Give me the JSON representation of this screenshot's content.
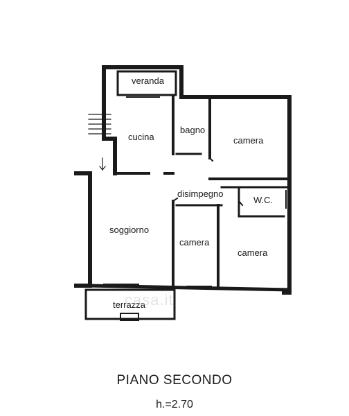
{
  "floor": {
    "title": "PIANO SECONDO",
    "height": "h.=2.70"
  },
  "rooms": {
    "veranda": "veranda",
    "cucina": "cucina",
    "bagno": "bagno",
    "camera_1": "camera",
    "disimpegno": "disimpegno",
    "wc": "W.C.",
    "soggiorno": "soggiorno",
    "camera_2": "camera",
    "camera_3": "camera",
    "terrazza": "terrazza"
  },
  "watermark": "casa.it"
}
